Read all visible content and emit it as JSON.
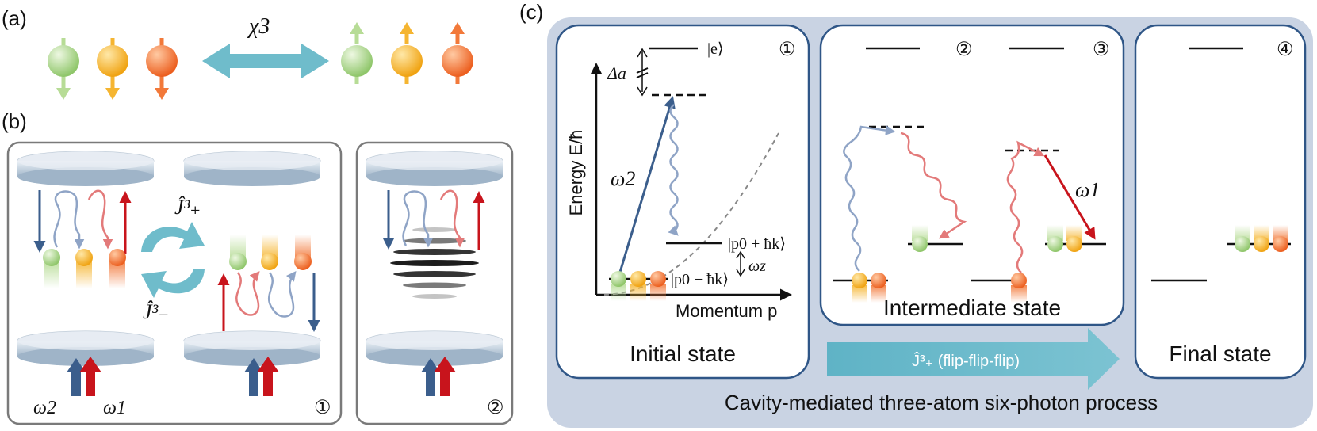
{
  "panels": {
    "a": "(a)",
    "b": "(b)",
    "c": "(c)"
  },
  "panel_a": {
    "coupling": "χ3"
  },
  "panel_b": {
    "j_plus": "Ĵ³₊",
    "j_minus": "Ĵ³₋",
    "omega2": "ω2",
    "omega1": "ω1",
    "mark1": "①",
    "mark2": "②"
  },
  "panel_c": {
    "ylabel": "Energy E/ħ",
    "xlabel": "Momentum p",
    "excited": "|e⟩",
    "detuning": "Δa",
    "omega2": "ω2",
    "omega1": "ω1",
    "omega_z": "ωz",
    "state_plus": "|p0 + ħk⟩",
    "state_minus": "|p0 − ħk⟩",
    "mark1": "①",
    "mark2": "②",
    "mark3": "③",
    "mark4": "④",
    "initial": "Initial state",
    "intermediate": "Intermediate state",
    "final": "Final state",
    "arrow_label": "Ĵ³₊ (flip-flip-flip)",
    "caption": "Cavity-mediated three-atom six-photon process"
  },
  "colors": {
    "green": "#b7dc96",
    "yellow": "#f5b531",
    "orange": "#f2793a",
    "blue": "#3b5e8c",
    "red": "#c8141c",
    "teal": "#6fbccb",
    "panel_bg": "#c9d3e3",
    "frame": "#2f5687"
  }
}
